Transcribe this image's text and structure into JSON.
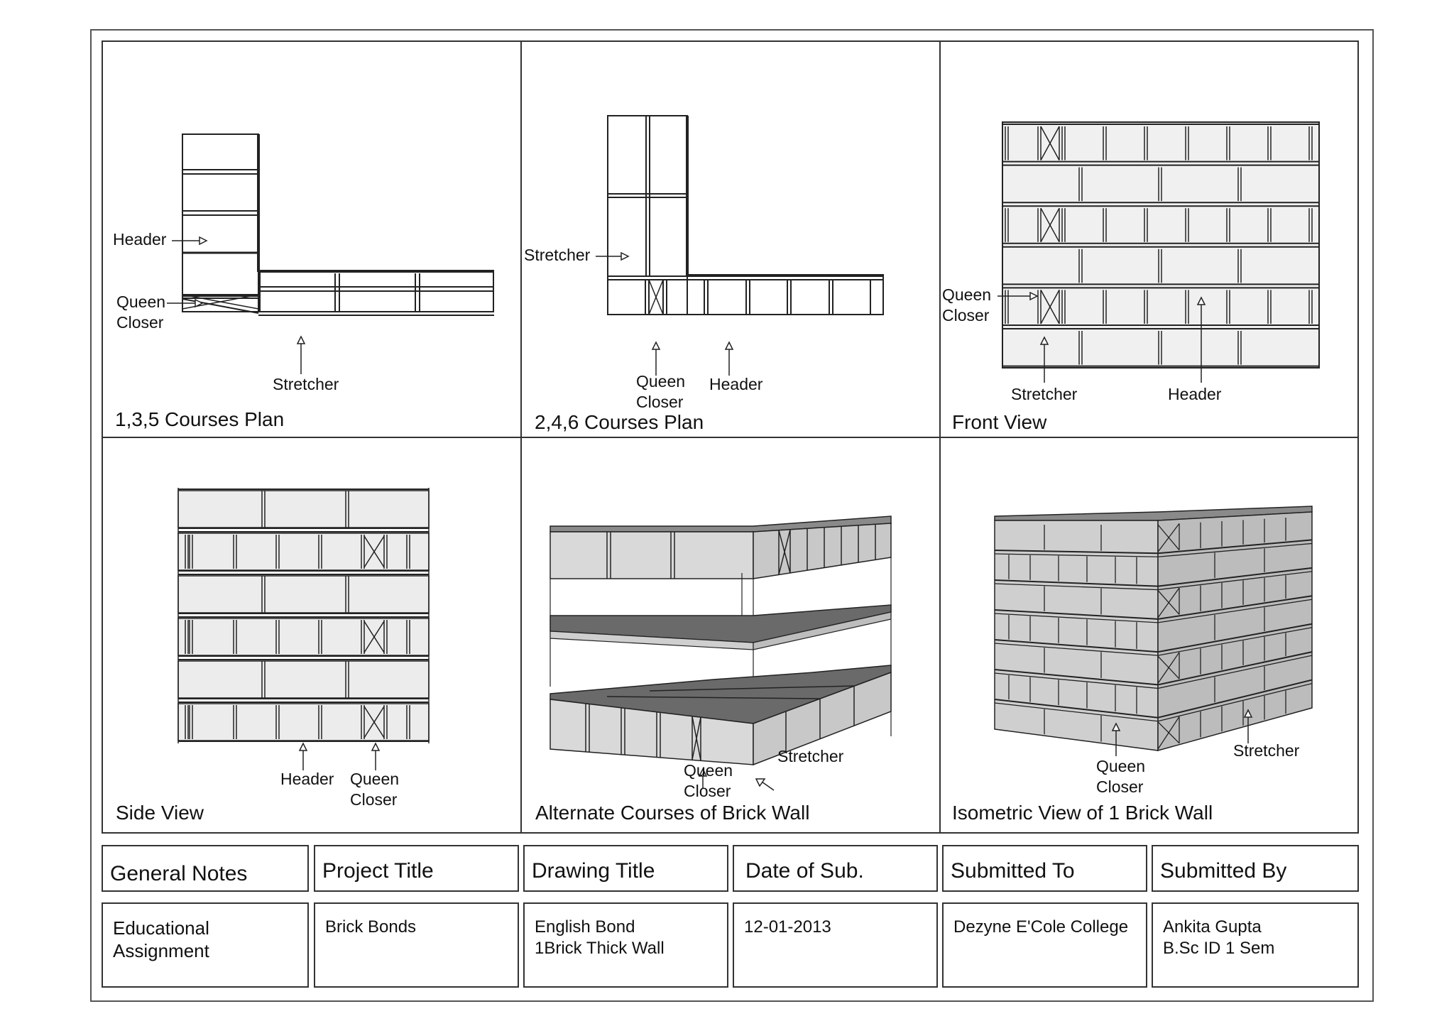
{
  "panels": {
    "plan135": {
      "caption": "1,3,5 Courses Plan",
      "labels": {
        "header": "Header",
        "queen": "Queen",
        "closer": "Closer",
        "stretcher": "Stretcher"
      }
    },
    "plan246": {
      "caption": "2,4,6  Courses Plan",
      "labels": {
        "stretcher": "Stretcher",
        "queen": "Queen",
        "closer": "Closer",
        "header": "Header"
      }
    },
    "front": {
      "caption": "Front View",
      "labels": {
        "queen": "Queen",
        "closer": "Closer",
        "stretcher": "Stretcher",
        "header": "Header"
      }
    },
    "side": {
      "caption": "Side View",
      "labels": {
        "header": "Header",
        "queen": "Queen",
        "closer": "Closer"
      }
    },
    "alternate": {
      "caption": "Alternate Courses of Brick Wall",
      "labels": {
        "queen": "Queen",
        "closer": "Closer",
        "stretcher": "Stretcher"
      }
    },
    "isometric": {
      "caption": "Isometric View of 1 Brick Wall",
      "labels": {
        "queen": "Queen",
        "closer": "Closer",
        "stretcher": "Stretcher"
      }
    }
  },
  "title_block": {
    "headers": [
      "General Notes",
      "Project Title",
      "Drawing Title",
      "Date of Sub.",
      "Submitted To",
      "Submitted By"
    ],
    "values": [
      "Educational\nAssignment",
      "Brick Bonds",
      "English Bond\n1Brick Thick Wall",
      "12-01-2013",
      "Dezyne E'Cole College",
      "Ankita Gupta\nB.Sc ID 1 Sem"
    ]
  },
  "colors": {
    "line": "#222222",
    "brick_face": "#e8e8e8",
    "brick_light": "#d4d4d4",
    "brick_top": "#6a6a6a",
    "brick_side": "#bdbdbd"
  }
}
